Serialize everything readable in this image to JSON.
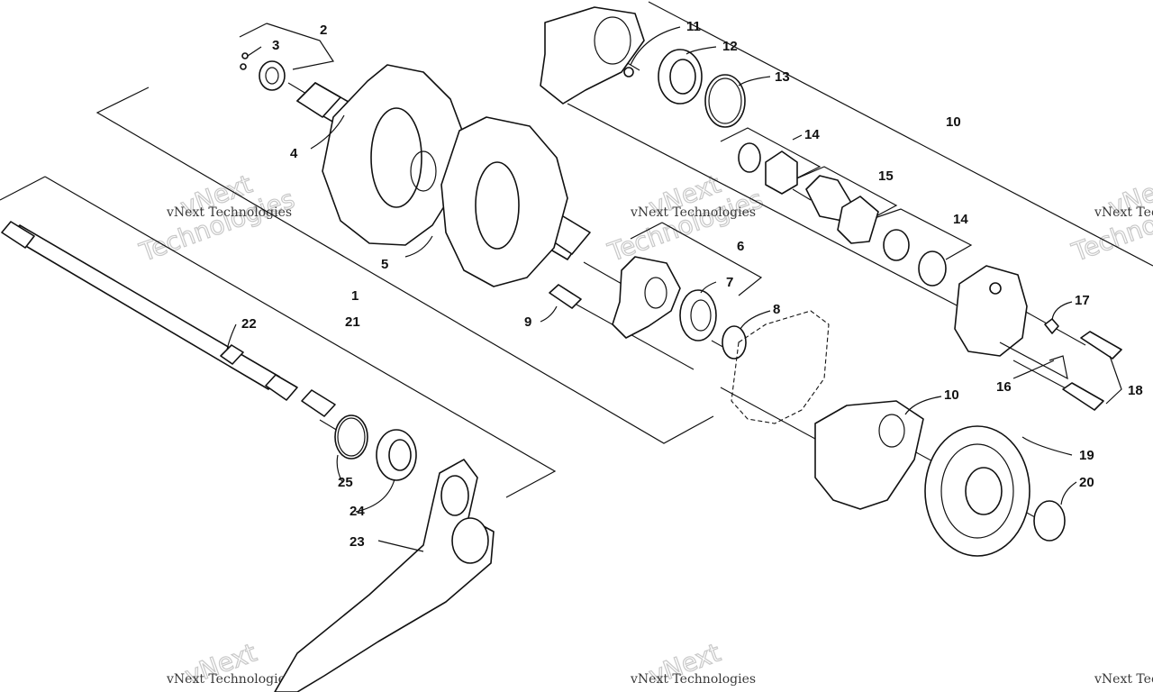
{
  "watermark": {
    "company": "vNext Technologies",
    "word_top": "vNext",
    "word_bottom": "Technologies"
  },
  "callouts": {
    "c1": "1",
    "c2": "2",
    "c3": "3",
    "c4": "4",
    "c5": "5",
    "c6": "6",
    "c7": "7",
    "c8": "8",
    "c9": "9",
    "c10a": "10",
    "c10b": "10",
    "c11": "11",
    "c12": "12",
    "c13": "13",
    "c14a": "14",
    "c14b": "14",
    "c15": "15",
    "c16": "16",
    "c17": "17",
    "c18": "18",
    "c19": "19",
    "c20": "20",
    "c21": "21",
    "c22": "22",
    "c23": "23",
    "c24": "24",
    "c25": "25"
  },
  "colors": {
    "line": "#111111",
    "background": "#ffffff",
    "watermark_text": "#3a3a3a",
    "watermark_outline": "#c8c8c8"
  }
}
